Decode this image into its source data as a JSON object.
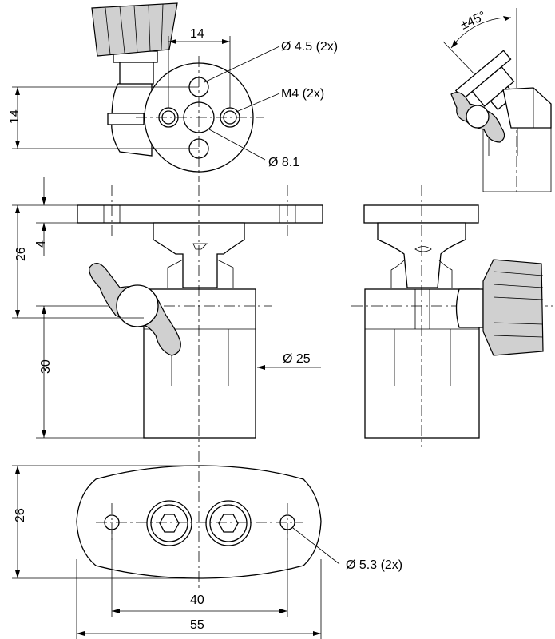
{
  "labels": {
    "angle": "±45°",
    "top_width": "14",
    "hole_small": "Ø 4.5 (2x)",
    "thread": "M4 (2x)",
    "top_height": "14",
    "hole_center": "Ø 8.1",
    "height_total": "26",
    "flange_thickness": "4",
    "body_height": "30",
    "body_diameter": "Ø 25",
    "base_height": "26",
    "base_holes": "Ø 5.3 (2x)",
    "hole_spacing": "40",
    "base_width": "55"
  }
}
